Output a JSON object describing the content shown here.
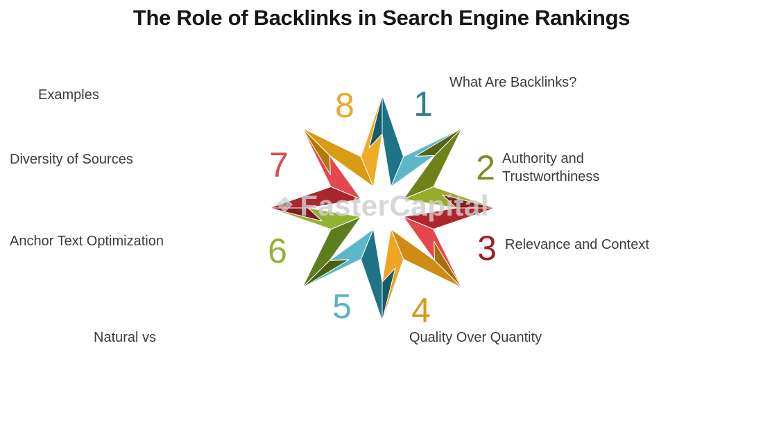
{
  "title": "The Role of Backlinks in Search Engine Rankings",
  "watermark": {
    "text": "FasterCapital",
    "logo_glyph": "❖"
  },
  "diagram": {
    "items": [
      {
        "number": "1",
        "label": "What Are Backlinks?",
        "number_color": "#2b7e91",
        "dark": "#1e7486",
        "light": "#5cb8c8",
        "fold": "#155b6a"
      },
      {
        "number": "2",
        "label": "Authority and Trustworthiness",
        "number_color": "#7b8e20",
        "dark": "#6f811b",
        "light": "#97ac2b",
        "fold": "#566314"
      },
      {
        "number": "3",
        "label": "Relevance and Context",
        "number_color": "#9e2127",
        "dark": "#b0262d",
        "light": "#e4484e",
        "fold": "#851b20"
      },
      {
        "number": "4",
        "label": "Quality Over Quantity",
        "number_color": "#d79a1c",
        "dark": "#cf8c12",
        "light": "#eda522",
        "fold": "#a86f0c"
      },
      {
        "number": "5",
        "label": "Natural vs",
        "number_color": "#5ab3c3",
        "dark": "#1e7486",
        "light": "#5cb8c8",
        "fold": "#155b6a"
      },
      {
        "number": "6",
        "label": "Anchor Text Optimization",
        "number_color": "#93b233",
        "dark": "#5e7d1e",
        "light": "#94b231",
        "fold": "#486115"
      },
      {
        "number": "7",
        "label": "Diversity of Sources",
        "number_color": "#d94b4b",
        "dark": "#a8262c",
        "light": "#e4484e",
        "fold": "#851b20"
      },
      {
        "number": "8",
        "label": "Examples",
        "number_color": "#eda62a",
        "dark": "#d99a16",
        "light": "#f0ab26",
        "fold": "#b07a0a"
      }
    ]
  }
}
